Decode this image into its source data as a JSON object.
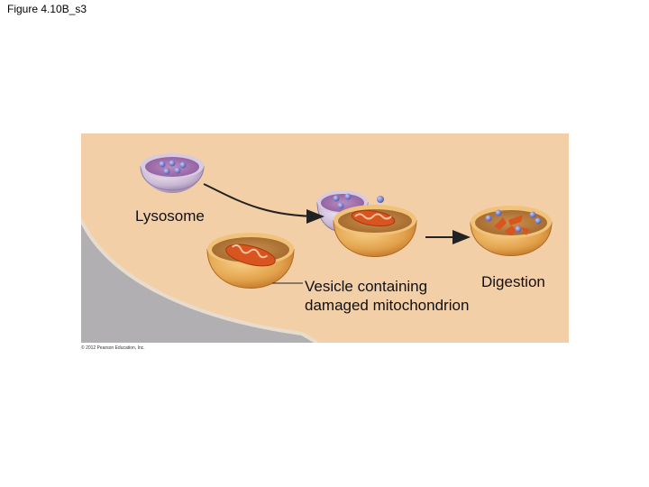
{
  "figure": {
    "title": "Figure 4.10B_s3"
  },
  "diagram": {
    "labels": {
      "lysosome": "Lysosome",
      "vesicle_line1": "Vesicle containing",
      "vesicle_line2": "damaged mitochondrion",
      "digestion": "Digestion"
    },
    "copyright": "© 2012 Pearson Education, Inc.",
    "colors": {
      "background": "#f3cfa8",
      "cell_gray": "#b1afb2",
      "vesicle_orange": "#e3a24c",
      "lysosome_purple": "#a684b3",
      "mitochondrion": "#d9551f",
      "enzyme_blue": "#6f76c9"
    }
  }
}
